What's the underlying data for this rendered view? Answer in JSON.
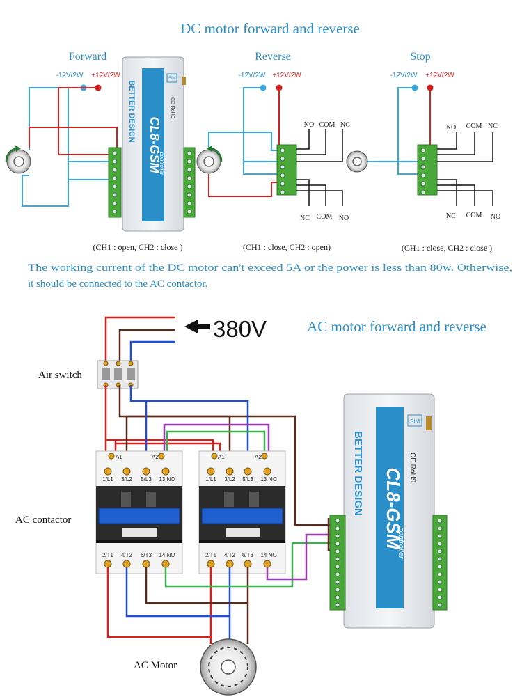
{
  "dc_section": {
    "title": "DC motor forward and reverse",
    "forward_label": "Forward",
    "reverse_label": "Reverse",
    "stop_label": "Stop",
    "neg_supply": "-12V/2W",
    "pos_supply": "+12V/2W",
    "forward_state": "(CH1 : open, CH2 : close )",
    "reverse_state": "(CH1 : close, CH2 : open)",
    "stop_state": "(CH1 : close, CH2 : close )",
    "no_label": "NO",
    "com_label": "COM",
    "nc_label": "NC",
    "note_line1": "The working current of the DC motor can't exceed 5A or the power is less than 80w. Otherwise,",
    "note_line2": "it should be connected to the AC contactor."
  },
  "ac_section": {
    "voltage": "380V",
    "title": "AC motor forward and reverse",
    "air_switch_label": "Air switch",
    "contactor_label": "AC contactor",
    "motor_label": "AC Motor",
    "top_terminals": [
      "1/L1",
      "3/L2",
      "5/L3",
      "13 NO"
    ],
    "bottom_terminals": [
      "2/T1",
      "4/T2",
      "6/T3",
      "14 NO"
    ],
    "coil_a1": "A1",
    "coil_a2": "A2"
  },
  "device": {
    "brand": "BETTER DESIGN",
    "model": "CL8-GSM",
    "subtitle": "controller",
    "sim": "SIM",
    "cert": "CE RoHS"
  },
  "colors": {
    "accent_blue": "#2a8fc8",
    "wire_red": "#d62020",
    "wire_brown": "#5a2a1a",
    "wire_blue": "#1f4fd0",
    "wire_cyan": "#38a8e0",
    "wire_purple": "#9a3cb0",
    "wire_green": "#3cb050",
    "terminal_green": "#4aa83a"
  }
}
